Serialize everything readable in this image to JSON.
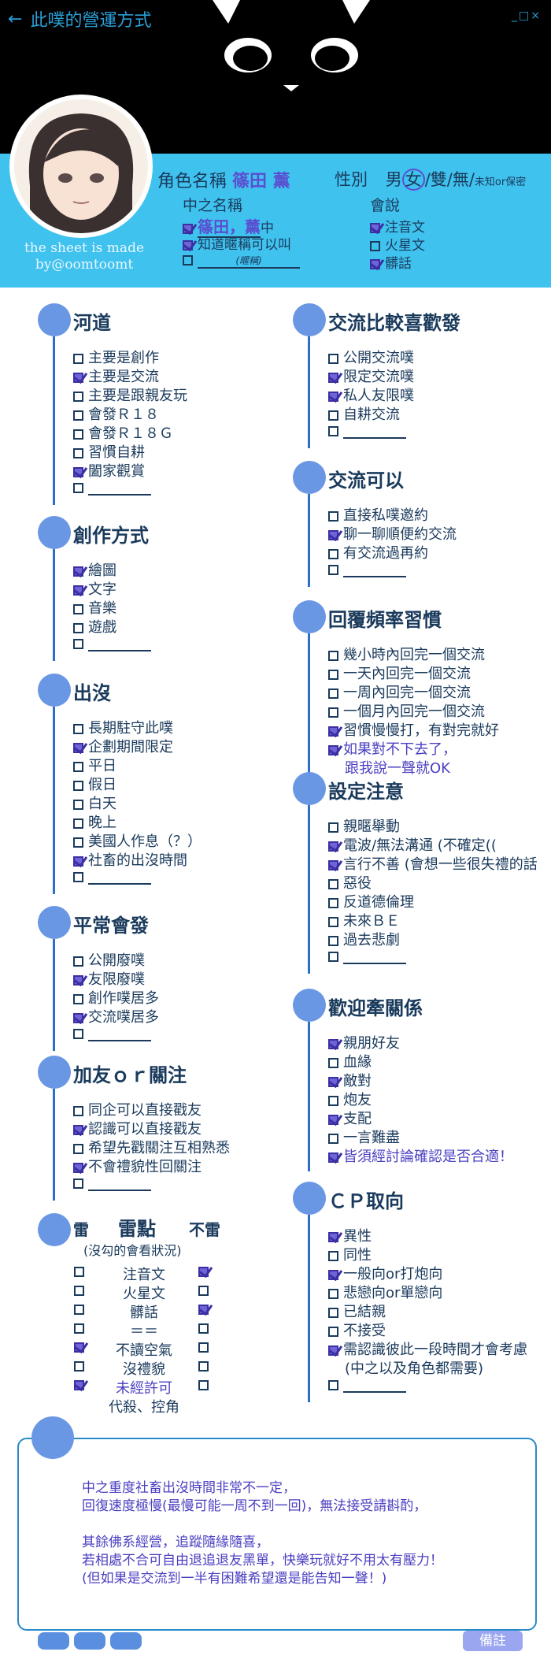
{
  "header": {
    "back_icon": "arrow-left-icon",
    "title": "此噗的營運方式",
    "window_controls": "_□×"
  },
  "credit": "the sheet is made by@oomtoomt",
  "profile": {
    "char_name_label": "角色名稱",
    "char_name_value": "篠田 薰",
    "gender_label": "性別",
    "gender_male": "男",
    "gender_female": "女",
    "gender_sep1": "/",
    "gender_both": "雙",
    "gender_sep2": "/",
    "gender_none": "無",
    "gender_sep3": "/",
    "gender_unknown": "未知or保密",
    "zhongzhi_label": "中之名稱",
    "zhongzhi_value": "篠田，薰",
    "zhongzhi_suffix": "中",
    "zhongzhi_opt2": "知道暱稱可以叫",
    "zhongzhi_opt3_hint": "(暱稱)",
    "speak_label": "會說",
    "speak_opt1": "注音文",
    "speak_opt2": "火星文",
    "speak_opt3": "髒話"
  },
  "sections": {
    "hedao": {
      "title": "河道",
      "items": [
        "主要是創作",
        "主要是交流",
        "主要是跟親友玩",
        "會發Ｒ１８",
        "會發Ｒ１８Ｇ",
        "習慣自耕",
        "闔家觀賞"
      ]
    },
    "chuangzuo": {
      "title": "創作方式",
      "items": [
        "繪圖",
        "文字",
        "音樂",
        "遊戲"
      ]
    },
    "chumo": {
      "title": "出沒",
      "items": [
        "長期駐守此噗",
        "企劃期間限定",
        "平日",
        "假日",
        "白天",
        "晚上",
        "美國人作息（？）",
        "社畜的出沒時間"
      ]
    },
    "pingchang": {
      "title": "平常會發",
      "items": [
        "公開廢噗",
        "友限廢噗",
        "創作噗居多",
        "交流噗居多"
      ]
    },
    "jiayou": {
      "title": "加友ｏｒ關注",
      "items": [
        "同企可以直接戳友",
        "認識可以直接戳友",
        "希望先戳關注互相熟悉",
        "不會禮貌性回關注"
      ]
    },
    "lei": {
      "title": "雷",
      "title_mid": "雷點",
      "title_right": "不雷",
      "note": "(沒勾的會看狀況)",
      "items": [
        "注音文",
        "火星文",
        "髒話",
        "＝＝",
        "不讀空氣",
        "沒禮貌",
        "未經許可",
        "代殺、控角"
      ]
    },
    "jiaoliu": {
      "title": "交流比較喜歡發",
      "items": [
        "公開交流噗",
        "限定交流噗",
        "私人友限噗",
        "自耕交流"
      ]
    },
    "keyi": {
      "title": "交流可以",
      "items": [
        "直接私噗邀約",
        "聊一聊順便約交流",
        "有交流過再約"
      ]
    },
    "huifu": {
      "title": "回覆頻率習慣",
      "items": [
        "幾小時內回完一個交流",
        "一天內回完一個交流",
        "一周內回完一個交流",
        "一個月內回完一個交流",
        "習慣慢慢打，有對完就好",
        "如果對不下去了，",
        "跟我說一聲就OK"
      ]
    },
    "sheding": {
      "title": "設定注意",
      "items": [
        "親暱舉動",
        "電波/無法溝通 (不確定((",
        "言行不善 (會想一些很失禮的話",
        "惡役",
        "反道德倫理",
        "未來ＢＥ",
        "過去悲劇"
      ]
    },
    "qianguanxi": {
      "title": "歡迎牽關係",
      "items": [
        "親朋好友",
        "血緣",
        "敵對",
        "炮友",
        "支配",
        "一言難盡",
        "皆須經討論確認是否合適！"
      ]
    },
    "cp": {
      "title": "ＣＰ取向",
      "items": [
        "異性",
        "同性",
        "一般向or打炮向",
        "悲戀向or單戀向",
        "已結親",
        "不接受",
        "需認識彼此一段時間才會考慮",
        "(中之以及角色都需要)"
      ]
    }
  },
  "note": {
    "line1": "中之重度社畜出沒時間非常不一定，",
    "line2": "回復速度極慢(最慢可能一周不到一回)，無法接受請斟酌，",
    "line3": "",
    "line4": "其餘佛系經營，追蹤隨緣隨喜，",
    "line5": "若相處不合可自由退追退友黑單，快樂玩就好不用太有壓力！",
    "line6": "(但如果是交流到一半有困難希望還是能告知一聲！)"
  },
  "memo_label": "備註",
  "colors": {
    "accent": "#40c2ee",
    "dot": "#6a97e4",
    "check": "#6f63d8"
  }
}
